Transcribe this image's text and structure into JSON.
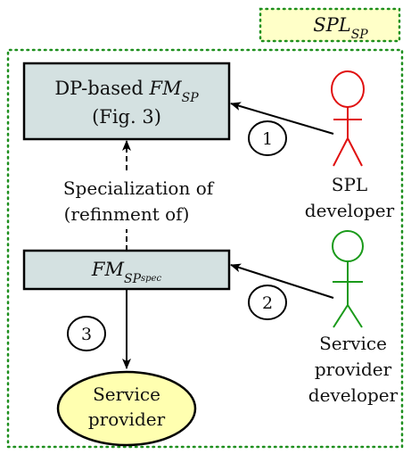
{
  "container": {
    "label": "SPL",
    "label_subscript": "SP",
    "border_color": "#1e8f1e",
    "label_fill": "#ffffc8"
  },
  "boxes": {
    "dp_fm": {
      "line1_prefix": "DP-based ",
      "line1_math": "FM",
      "line1_subscript": "SP",
      "line2": "(Fig. 3)"
    },
    "fm_spec": {
      "math": "FM",
      "subscript": "SP",
      "subsubscript": "spec"
    },
    "fill": "#d4e1e1"
  },
  "relation": {
    "line1": "Specialization of",
    "line2": "(refinment of)"
  },
  "actors": {
    "spl_developer": {
      "line1": "SPL",
      "line2": "developer",
      "color": "#e01010"
    },
    "service_provider_developer": {
      "line1": "Service",
      "line2": "provider",
      "line3": "developer",
      "color": "#1a9a1a"
    }
  },
  "output": {
    "line1": "Service",
    "line2": "provider",
    "fill": "#ffffb0"
  },
  "steps": [
    "1",
    "2",
    "3"
  ]
}
